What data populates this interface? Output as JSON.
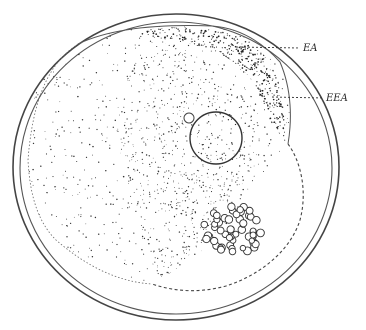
{
  "figure": {
    "labels": {
      "upper": "EA",
      "lower": "EEA"
    },
    "colors": {
      "ink": "#333333",
      "paper": "#ffffff"
    },
    "granule_count": 54
  }
}
